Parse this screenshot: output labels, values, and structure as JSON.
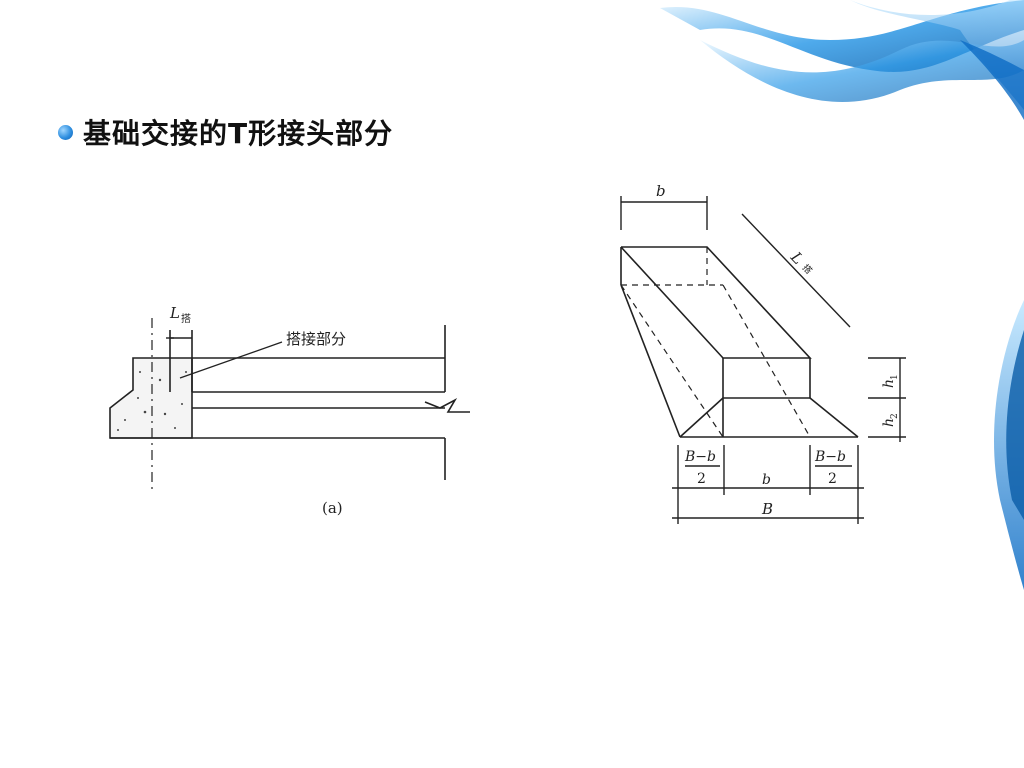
{
  "slide": {
    "title": "基础交接的T形接头部分",
    "accent_color": "#1f8ee0"
  },
  "figure_a": {
    "dim_label": "L",
    "dim_subscript": "搭",
    "callout": "搭接部分",
    "caption": "(a)"
  },
  "figure_b": {
    "top_width": "b",
    "length_label": "L",
    "length_subscript": "搭",
    "h1": "h",
    "h1_sub": "1",
    "h2": "h",
    "h2_sub": "2",
    "frac_num": "B−b",
    "frac_den": "2",
    "mid_width": "b",
    "total_width": "B"
  }
}
